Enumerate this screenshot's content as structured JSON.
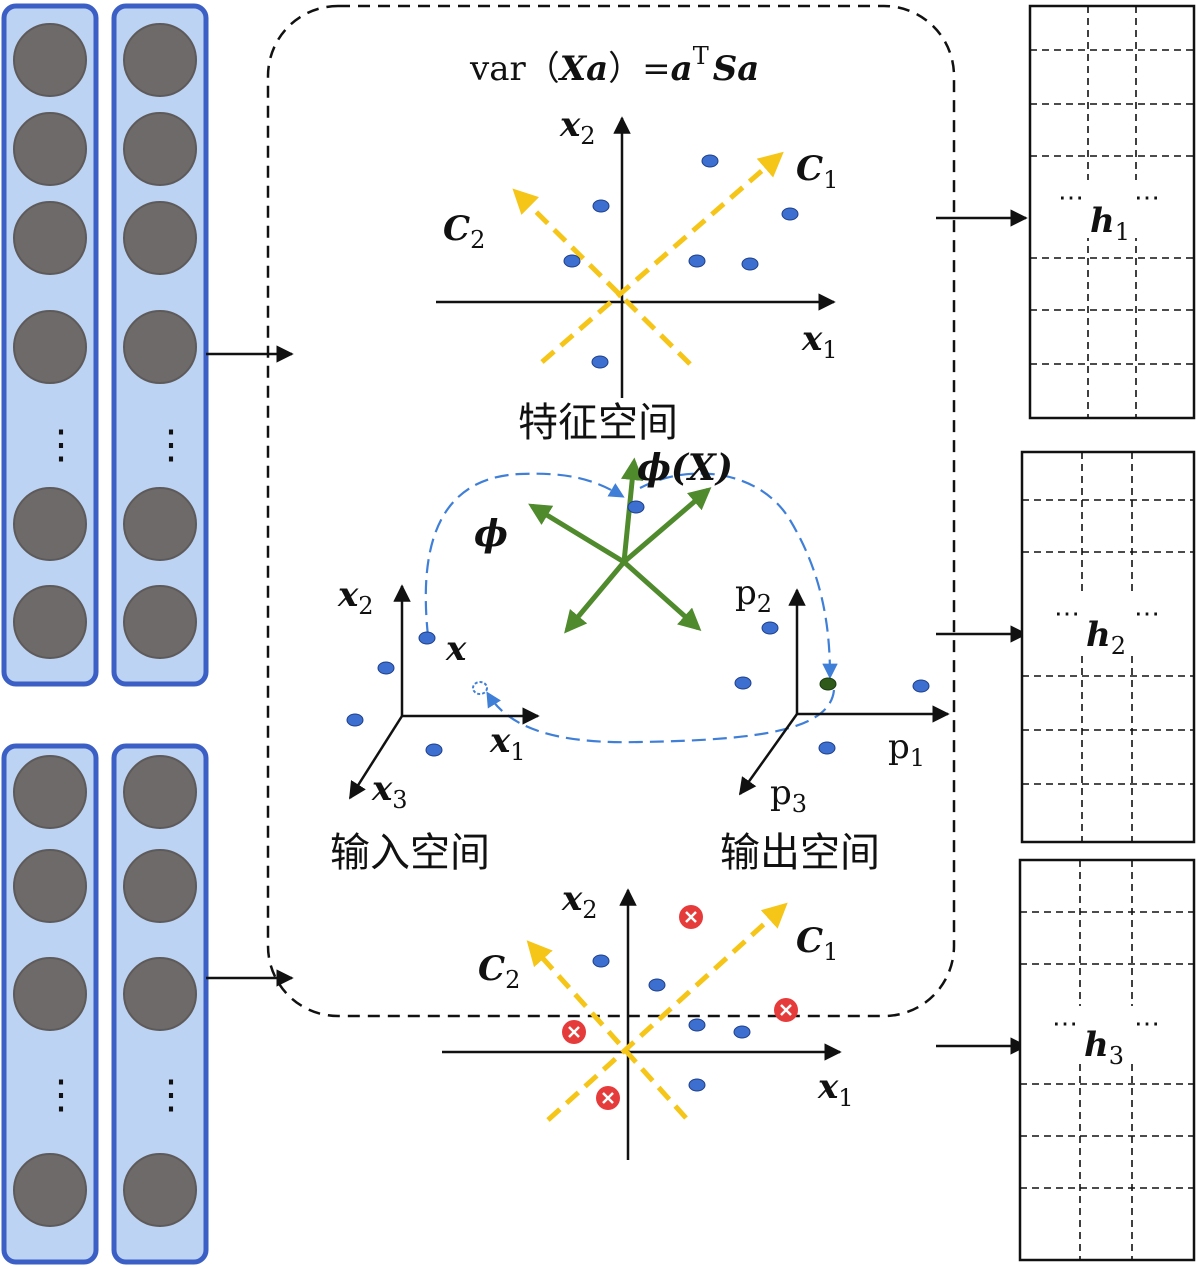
{
  "colors": {
    "column_fill": "#bcd3f3",
    "column_stroke": "#3b5fc4",
    "node": "#6d6a69",
    "point": "#3d6fd0",
    "outlier": "#e63b3b",
    "component_axis": "#f5c518",
    "kernel_vector": "#4f8a2c",
    "mapping_arrow": "#3f7fd8"
  },
  "formula": {
    "func": "var",
    "lparen": "（",
    "arg": "Xa",
    "rparen": "）",
    "eq": "=",
    "a": "a",
    "sup": "T",
    "rhs": "Sa"
  },
  "top_plot": {
    "x_axis": "x",
    "x_sub": "1",
    "y_axis": "x",
    "y_sub": "2",
    "c1": "C",
    "c1_sub": "1",
    "c2": "C",
    "c2_sub": "2"
  },
  "feature_space": {
    "title": "特征空间",
    "phi": "ϕ",
    "phi_x_func": "ϕ",
    "phi_x_arg": "(X)"
  },
  "input_space": {
    "title": "输入空间",
    "x1": "x",
    "x1_sub": "1",
    "x2": "x",
    "x2_sub": "2",
    "x3": "x",
    "x3_sub": "3",
    "point_label": "x"
  },
  "output_space": {
    "title": "输出空间",
    "p1": "p",
    "p1_sub": "1",
    "p2": "p",
    "p2_sub": "2",
    "p3": "p",
    "p3_sub": "3"
  },
  "bottom_plot": {
    "x_axis": "x",
    "x_sub": "1",
    "y_axis": "x",
    "y_sub": "2",
    "c1": "C",
    "c1_sub": "1",
    "c2": "C",
    "c2_sub": "2"
  },
  "outputs": [
    {
      "label": "h",
      "sub": "1",
      "dots": "⋯"
    },
    {
      "label": "h",
      "sub": "2",
      "dots": "⋯"
    },
    {
      "label": "h",
      "sub": "3",
      "dots": "⋯"
    }
  ],
  "column_ellipsis": "⋮"
}
